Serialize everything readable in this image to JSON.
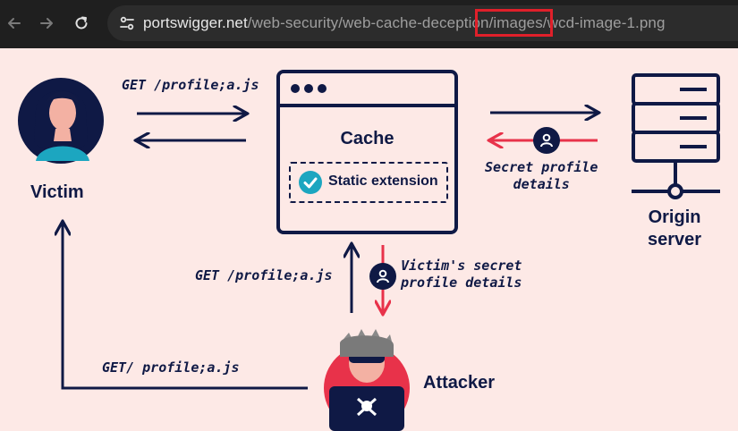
{
  "browser": {
    "url_host": "portswigger.net",
    "url_path_before": "/web-security/web-cache-deceptio",
    "url_path_highlight": "n/images/",
    "url_path_after": "wcd-image-1.png"
  },
  "diagram": {
    "victim_label": "Victim",
    "origin_label_line1": "Origin",
    "origin_label_line2": "server",
    "attacker_label": "Attacker",
    "cache_title": "Cache",
    "static_extension_label": "Static extension",
    "request_top": "GET /profile;a.js",
    "request_mid": "GET /profile;a.js",
    "request_bottom": "GET/ profile;a.js",
    "secret_line1": "Secret profile",
    "secret_line2": "details",
    "victim_secret_line1": "Victim's secret",
    "victim_secret_line2": "profile details",
    "colors": {
      "navy": "#0f1945",
      "red": "#e8324a",
      "teal": "#1ca6c0",
      "background": "#fde9e6"
    }
  }
}
